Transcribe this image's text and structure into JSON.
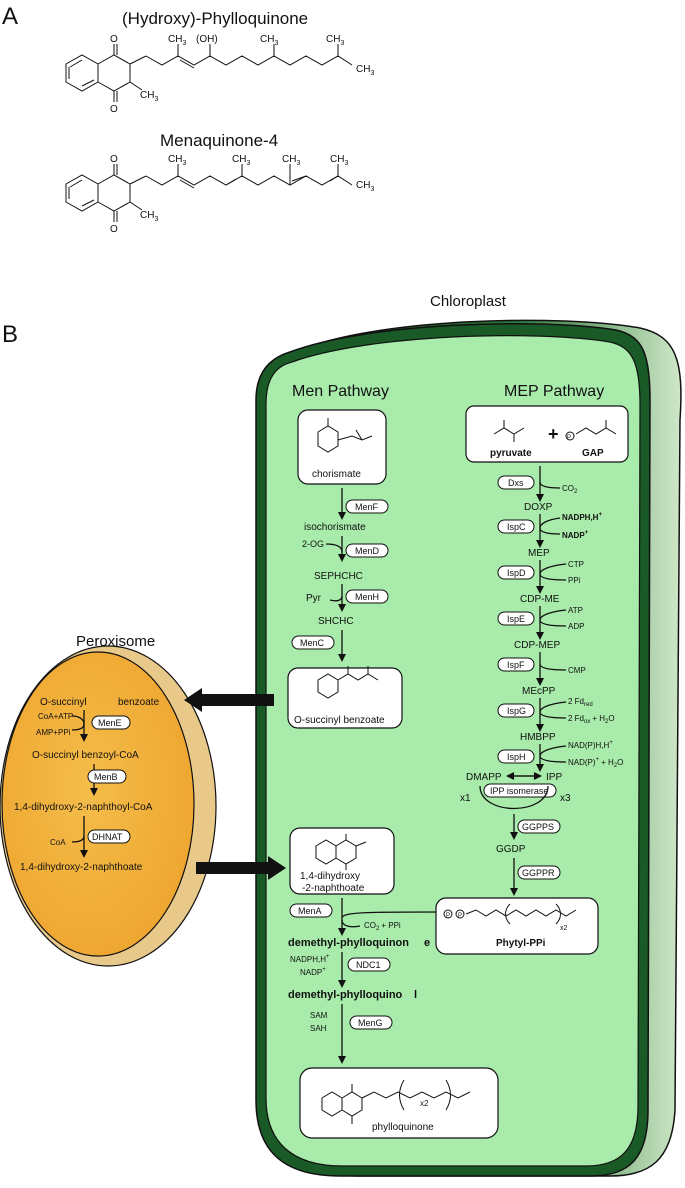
{
  "panels": {
    "a": "A",
    "b": "B"
  },
  "structures": {
    "hydroxy_phylloquinone": "(Hydroxy)-Phylloquinone",
    "menaquinone": "Menaquinone-4",
    "o_label": "O",
    "oh_label": "(OH)",
    "ch3": "CH",
    "sub3": "3"
  },
  "compartments": {
    "chloroplast": "Chloroplast",
    "peroxisome": "Peroxisome"
  },
  "pathways": {
    "men": "Men Pathway",
    "mep": "MEP Pathway"
  },
  "men": {
    "chorismate": "chorismate",
    "isochorismate": "isochorismate",
    "two_og": "2-OG",
    "sephchc": "SEPHCHC",
    "pyr": "Pyr",
    "shchc": "SHCHC",
    "osb": "O-succinyl benzoate",
    "dhna": "1,4-dihydroxy",
    "dhna2": "-2-naphthoate",
    "demethyl_pq": "demethyl-phylloquinon",
    "demethyl_pq_e": "e",
    "nadph_h": "NADPH,H",
    "nadp": "NADP",
    "demethyl_pqol": "demethyl-phylloquino",
    "demethyl_pqol_l": "l",
    "sam": "SAM",
    "sah": "SAH",
    "phylloquinone": "phylloquinone",
    "co2_ppi": "CO",
    "co2_ppi_tail": "+ PPi",
    "sub2": "2",
    "x2": "x2",
    "enzymes": {
      "menf": "MenF",
      "mend": "MenD",
      "menh": "MenH",
      "menc": "MenC",
      "mena": "MenA",
      "ndc1": "NDC1",
      "meng": "MenG"
    }
  },
  "mep": {
    "pyruvate": "pyruvate",
    "gap": "GAP",
    "plus": "+",
    "p_label": "P",
    "co2": "CO",
    "doxp": "DOXP",
    "nadph": "NADPH,H",
    "nadp": "NADP",
    "mep": "MEP",
    "ctp": "CTP",
    "ppi": "PPi",
    "cdp_me": "CDP-ME",
    "atp": "ATP",
    "adp": "ADP",
    "cdp_mep": "CDP-MEP",
    "cmp": "CMP",
    "mecpp": "MEcPP",
    "fd_red": "2 Fd",
    "fd_red_sub": "red",
    "fd_ox": "2 Fd",
    "fd_ox_sub": "ox",
    "h2o": "+ H",
    "h2o_o": "O",
    "hmbpp": "HMBPP",
    "nadph_h2": "NAD(P)H,H",
    "nadp_h2o": "NAD(P)",
    "nadp_h2o_tail": "+  H",
    "dmapp": "DMAPP",
    "ipp": "IPP",
    "x1": "x1",
    "x3": "x3",
    "ggdp": "GGDP",
    "phytyl_ppi": "Phytyl-PPi",
    "plus_sup": "+",
    "enzymes": {
      "dxs": "Dxs",
      "ispc": "IspC",
      "ispd": "IspD",
      "ispe": "IspE",
      "ispf": "IspF",
      "ispg": "IspG",
      "isph": "IspH",
      "ipp_isomerase": "IPP isomerase",
      "ggpps": "GGPPS",
      "ggppr": "GGPPR"
    }
  },
  "perox": {
    "osucc": "O-succinyl",
    "benzoate": "benzoate",
    "coa_atp": "CoA+ATP",
    "amp_ppi": "AMP+PPi",
    "osb_coa": "O-succinyl benzoyl-CoA",
    "dhnacoa": "1,4-dihydroxy-2-naphthoyl-CoA",
    "coa": "CoA",
    "dhna": "1,4-dihydroxy-2-naphthoate",
    "enzymes": {
      "mene": "MenE",
      "menb": "MenB",
      "dhnat": "DHNAT"
    }
  },
  "colors": {
    "chloroplast_fill": "#a8ebaa",
    "chloroplast_dark": "#1f5e2a",
    "peroxisome_fill": "#f2b23c",
    "peroxisome_side": "#e8c98a"
  }
}
